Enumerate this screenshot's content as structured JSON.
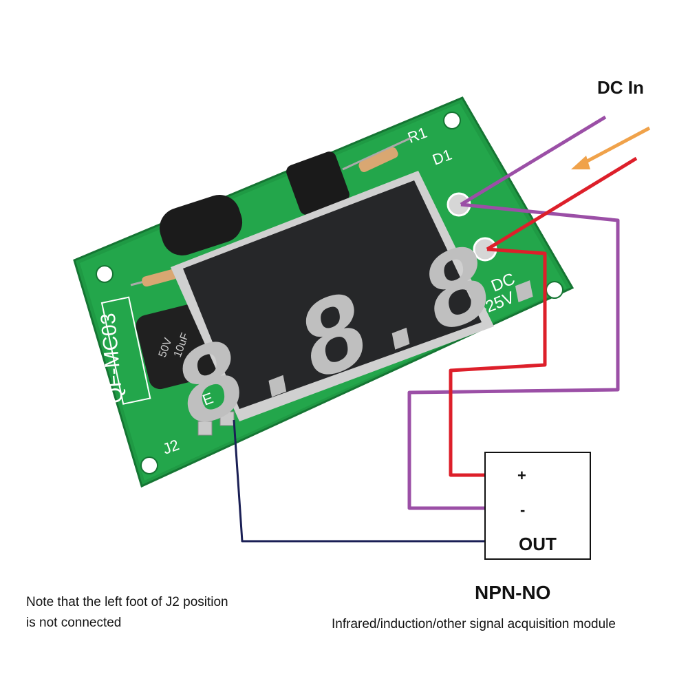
{
  "labels": {
    "dc_in": "DC In",
    "npn_no": "NPN-NO",
    "module_desc": "Infrared/induction/other signal acquisition module",
    "note": "Note that the left foot of J2 position is not connected",
    "pin_plus": "+",
    "pin_minus": "-",
    "pin_out": "OUT"
  },
  "board": {
    "model": "QF-MC03",
    "r1": "R1",
    "d1": "D1",
    "dc_label": "DC",
    "voltage_label": "6-25V",
    "j2": "J2",
    "key": "KE",
    "display_digits": "8.8.8.",
    "cap_voltage": "50V",
    "cap_value": "10uF"
  },
  "colors": {
    "board": "#1f9a44",
    "wire_red": "#dd1f2a",
    "wire_purple": "#9b4fa6",
    "wire_navy": "#1a1f55",
    "arrow_orange": "#f0a24a",
    "display_body": "#262729",
    "segment": "#bfbfbf"
  }
}
